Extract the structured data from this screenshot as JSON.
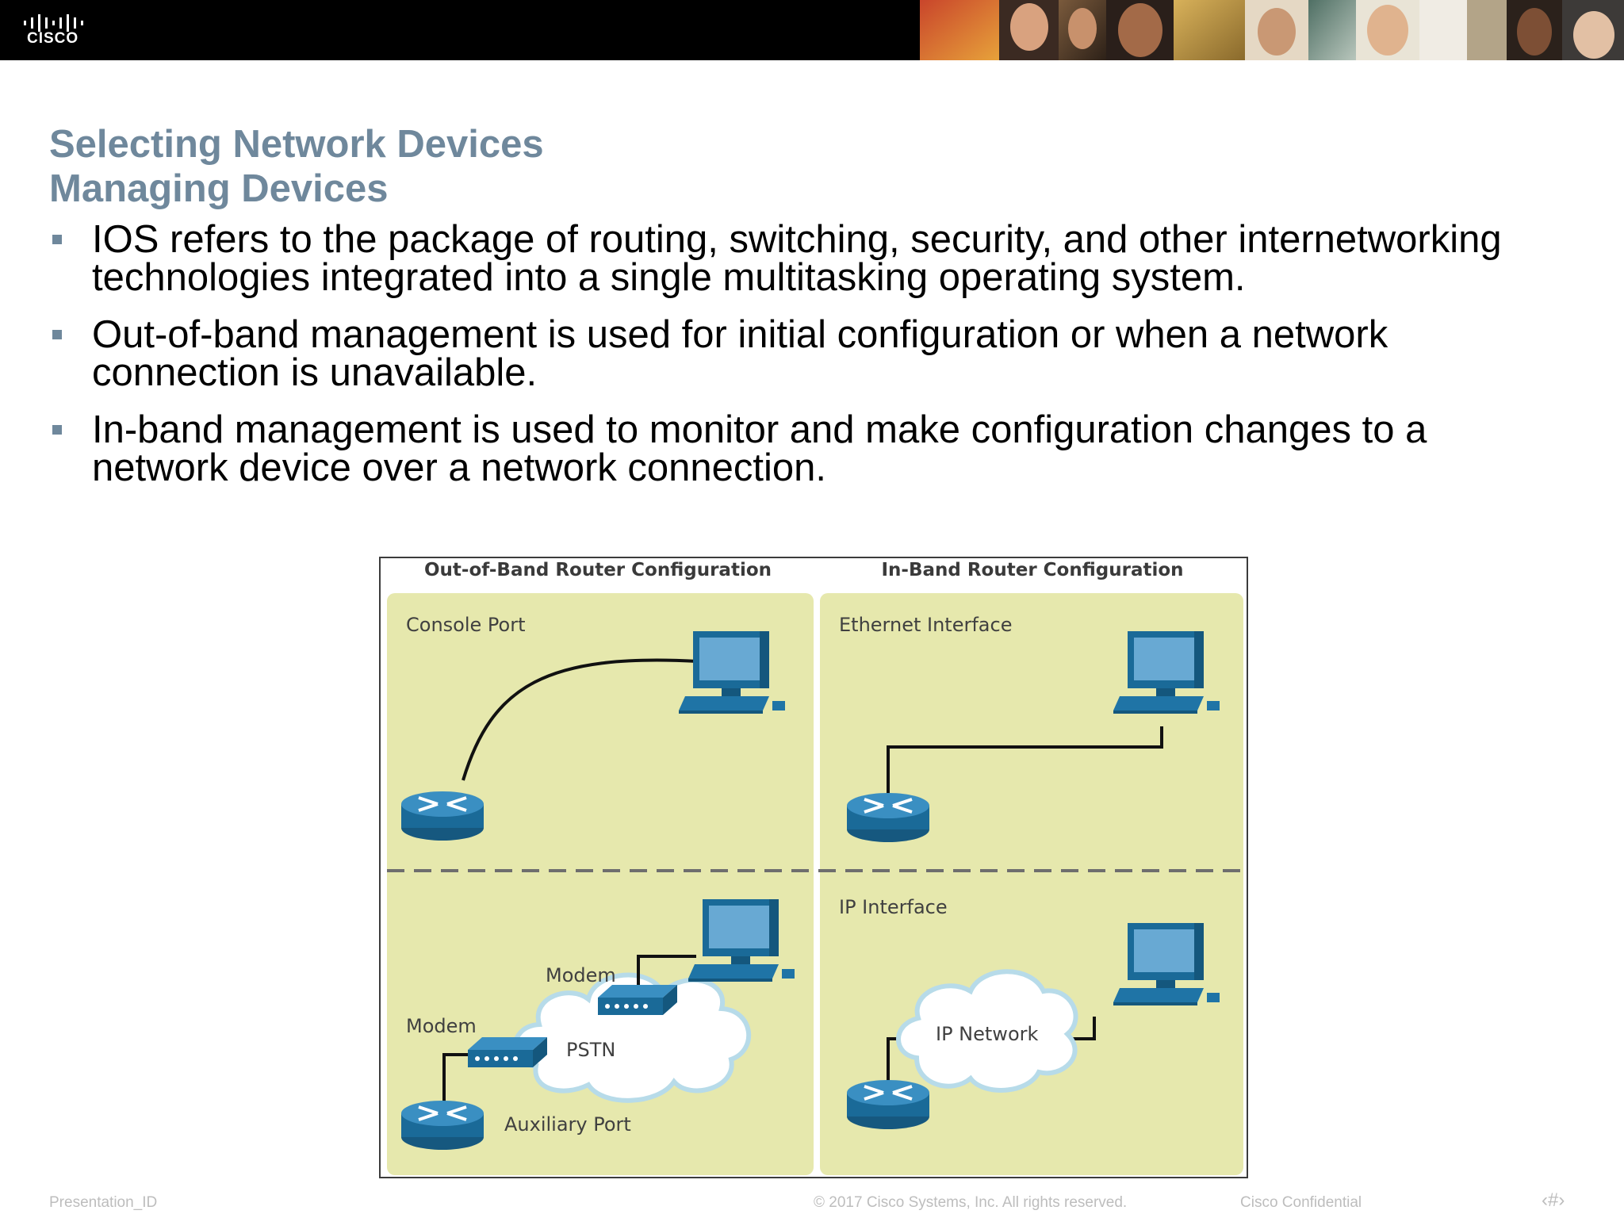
{
  "header": {
    "logo_text": "CISCO",
    "logo_icon": "cisco-bars-logo",
    "background_color": "#000000"
  },
  "slide": {
    "title_line1": "Selecting Network Devices",
    "title_line2": "Managing Devices",
    "title_color": "#6f889c",
    "bullets": [
      "IOS refers to the package of routing, switching, security, and other internetworking technologies integrated into a single multitasking operating system.",
      "Out-of-band management is used for initial configuration or when a network connection is unavailable.",
      "In-band management is used to monitor and make configuration changes to a network device over a network connection."
    ]
  },
  "figure": {
    "left_heading": "Out-of-Band Router Configuration",
    "right_heading": "In-Band Router Configuration",
    "panel_color": "#e6e8ad",
    "device_color": "#1f6ea0",
    "labels": {
      "console_port": "Console Port",
      "ethernet_interface": "Ethernet Interface",
      "modem_right": "Modem",
      "modem_left": "Modem",
      "pstn": "PSTN",
      "auxiliary_port": "Auxiliary Port",
      "ip_interface": "IP Interface",
      "ip_network": "IP Network"
    }
  },
  "footer": {
    "presentation_id": "Presentation_ID",
    "copyright": "© 2017 Cisco Systems, Inc. All rights reserved.",
    "confidential": "Cisco Confidential",
    "page_number": "‹#›"
  }
}
